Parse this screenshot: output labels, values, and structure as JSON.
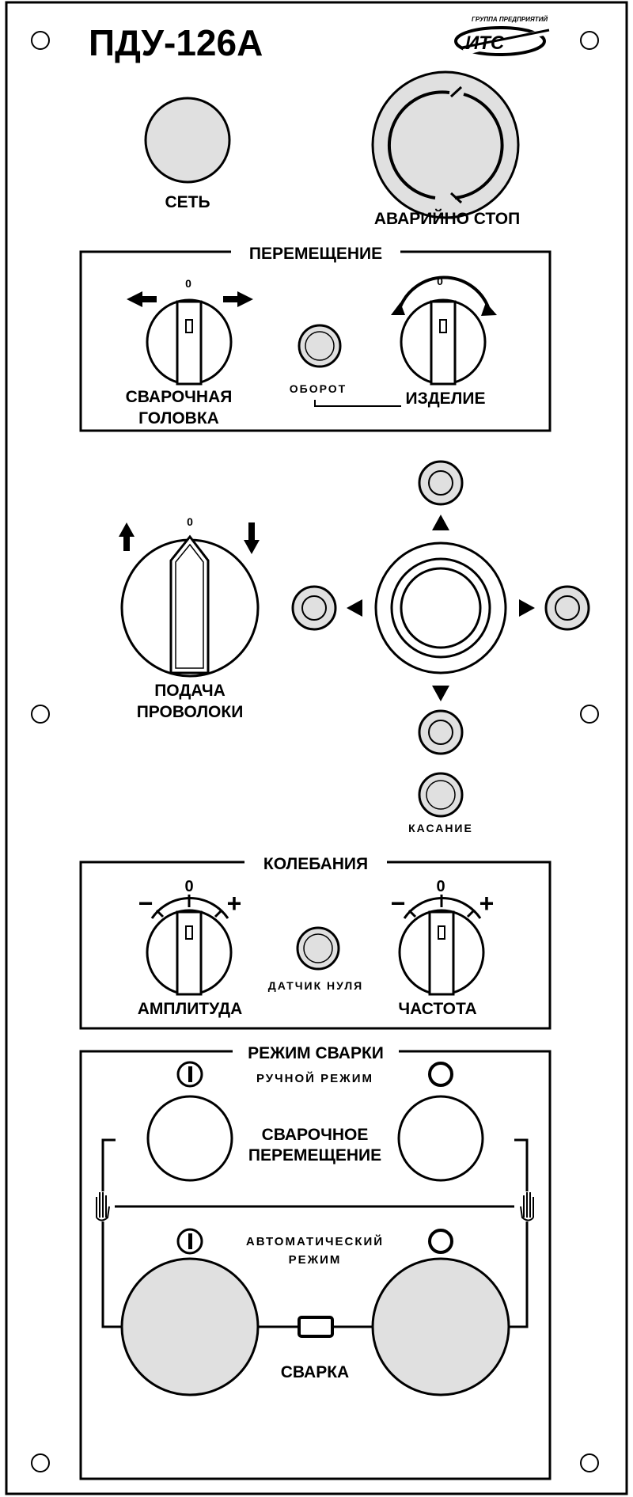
{
  "panel": {
    "title": "ПДУ-126А",
    "brand_top": "ГРУППА ПРЕДПРИЯТИЙ",
    "brand_name": "ИТС",
    "colors": {
      "panel": "#ffffff",
      "button_fill": "#e0e0e0",
      "stroke": "#000000"
    }
  },
  "top": {
    "network_label": "СЕТЬ",
    "emergency_label": "АВАРИЙНО СТОП"
  },
  "movement": {
    "title": "ПЕРЕМЕЩЕНИЕ",
    "head_zero": "0",
    "head_label_1": "СВАРОЧНАЯ",
    "head_label_2": "ГОЛОВКА",
    "turn_label": "ОБОРОТ",
    "product_zero": "0",
    "product_label": "ИЗДЕЛИЕ"
  },
  "feed": {
    "zero": "0",
    "label_1": "ПОДАЧА",
    "label_2": "ПРОВОЛОКИ",
    "touch_label": "КАСАНИЕ"
  },
  "oscillation": {
    "title": "КОЛЕБАНИЯ",
    "amp_zero": "0",
    "amp_minus": "−",
    "amp_plus": "+",
    "amp_label": "АМПЛИТУДА",
    "zero_sensor_label": "ДАТЧИК НУЛЯ",
    "freq_zero": "0",
    "freq_minus": "−",
    "freq_plus": "+",
    "freq_label": "ЧАСТОТА"
  },
  "welding_mode": {
    "title": "РЕЖИМ СВАРКИ",
    "manual_label": "РУЧНОЙ РЕЖИМ",
    "move_label_1": "СВАРОЧНОЕ",
    "move_label_2": "ПЕРЕМЕЩЕНИЕ",
    "auto_label_1": "АВТОМАТИЧЕСКИЙ",
    "auto_label_2": "РЕЖИМ",
    "weld_label": "СВАРКА"
  }
}
